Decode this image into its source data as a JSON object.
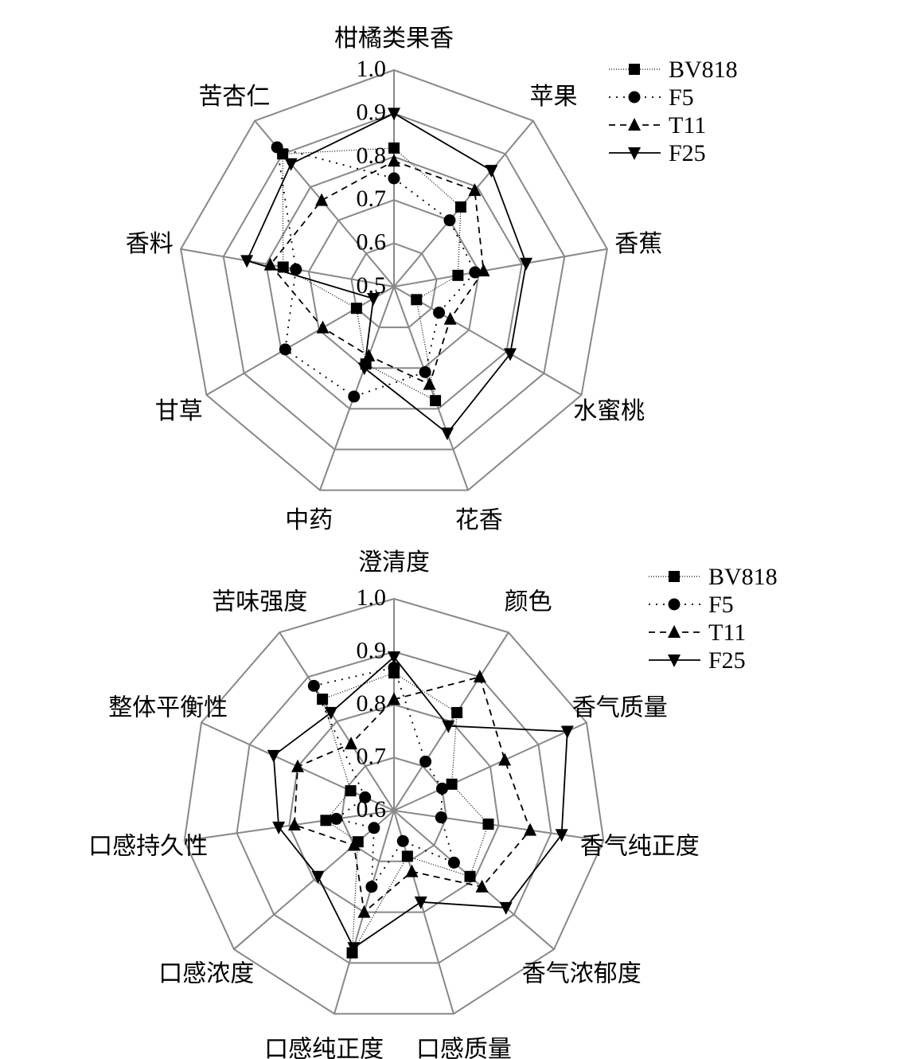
{
  "chart_data": [
    {
      "type": "radar",
      "title": "",
      "range": [
        0.5,
        1.0
      ],
      "ticks": [
        "0.5",
        "0.6",
        "0.7",
        "0.8",
        "0.9",
        "1.0"
      ],
      "axes": [
        "柑橘类果香",
        "苹果",
        "香蕉",
        "水蜜桃",
        "花香",
        "中药",
        "甘草",
        "香料",
        "苦杏仁"
      ],
      "legend_position": "top-right",
      "series": [
        {
          "name": "BV818",
          "marker": "square",
          "line": "fine-dotted",
          "values": [
            0.82,
            0.74,
            0.65,
            0.56,
            0.78,
            0.69,
            0.6,
            0.76,
            0.9
          ]
        },
        {
          "name": "F5",
          "marker": "circle",
          "line": "dotted",
          "values": [
            0.75,
            0.7,
            0.69,
            0.62,
            0.71,
            0.77,
            0.79,
            0.73,
            0.92
          ]
        },
        {
          "name": "T11",
          "marker": "triangle-up",
          "line": "dashed",
          "values": [
            0.79,
            0.79,
            0.71,
            0.65,
            0.74,
            0.67,
            0.69,
            0.79,
            0.76
          ]
        },
        {
          "name": "F25",
          "marker": "triangle-down",
          "line": "solid",
          "values": [
            0.9,
            0.85,
            0.81,
            0.81,
            0.86,
            0.7,
            0.555,
            0.845,
            0.87
          ]
        }
      ]
    },
    {
      "type": "radar",
      "title": "",
      "range": [
        0.6,
        1.0
      ],
      "ticks": [
        "0.6",
        "0.7",
        "0.8",
        "0.9",
        "1.0"
      ],
      "axes": [
        "澄清度",
        "颜色",
        "香气质量",
        "香气纯正度",
        "香气浓郁度",
        "口感质量",
        "口感纯正度",
        "口感浓度",
        "口感持久性",
        "整体平衡性",
        "苦味强度"
      ],
      "legend_position": "top-right",
      "series": [
        {
          "name": "BV818",
          "marker": "square",
          "line": "fine-dotted",
          "values": [
            0.86,
            0.82,
            0.72,
            0.78,
            0.79,
            0.69,
            0.88,
            0.69,
            0.73,
            0.69,
            0.85
          ]
        },
        {
          "name": "F5",
          "marker": "circle",
          "line": "dotted",
          "values": [
            0.87,
            0.71,
            0.7,
            0.69,
            0.75,
            0.66,
            0.75,
            0.65,
            0.71,
            0.66,
            0.88
          ]
        },
        {
          "name": "T11",
          "marker": "triangle-up",
          "line": "dashed",
          "values": [
            0.81,
            0.9,
            0.83,
            0.86,
            0.82,
            0.72,
            0.8,
            0.7,
            0.79,
            0.8,
            0.75
          ]
        },
        {
          "name": "F25",
          "marker": "triangle-down",
          "line": "solid",
          "values": [
            0.89,
            0.79,
            0.96,
            0.92,
            0.88,
            0.78,
            0.87,
            0.79,
            0.82,
            0.85,
            0.82
          ]
        }
      ]
    }
  ]
}
